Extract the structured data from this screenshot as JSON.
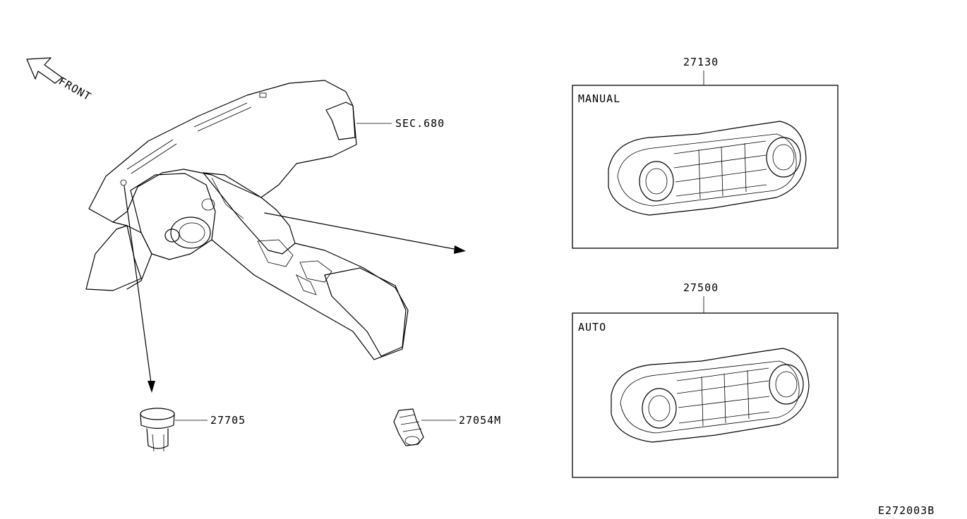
{
  "diagram": {
    "front_label": "FRONT",
    "labels": {
      "sec_ref": "SEC.680",
      "outlet": "27705",
      "sensor": "27054M",
      "manual_part": "27130",
      "auto_part": "27500",
      "diagram_id": "E272003B"
    },
    "boxes": {
      "manual_title": "MANUAL",
      "auto_title": "AUTO"
    }
  }
}
